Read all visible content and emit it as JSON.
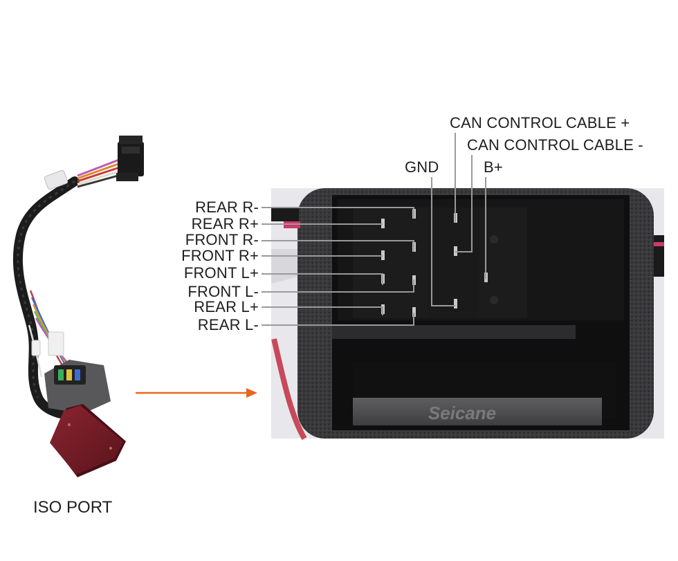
{
  "harness": {
    "caption": "ISO PORT"
  },
  "connector_photo": {
    "watermark": "Seicane"
  },
  "pin_labels": {
    "top": {
      "can_plus": "CAN CONTROL CABLE +",
      "can_minus": "CAN CONTROL CABLE -",
      "gnd": "GND",
      "b_plus": "B+"
    },
    "left": [
      "REAR R-",
      "REAR R+",
      "FRONT R-",
      "FRONT R+",
      "FRONT L+",
      "FRONT L-",
      "REAR L+",
      "REAR L-"
    ]
  },
  "colors": {
    "arrow": "#e8671e",
    "leader_line": "#9a9a9a",
    "pin": "#c9c9c9"
  }
}
